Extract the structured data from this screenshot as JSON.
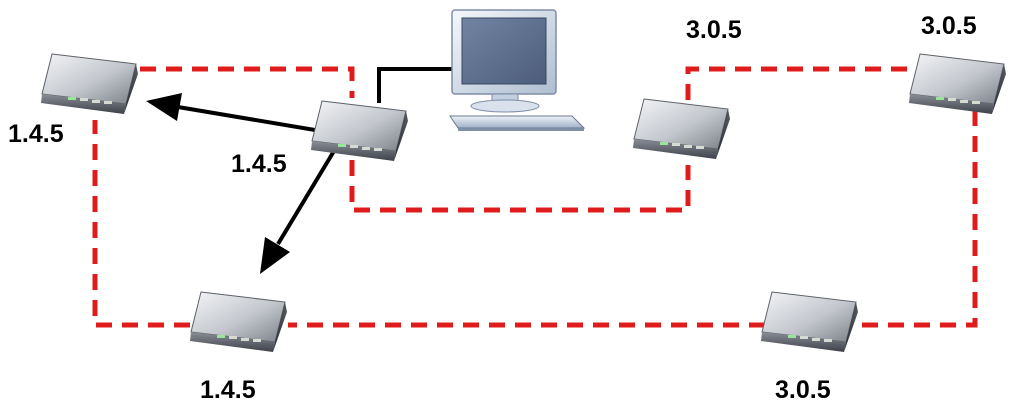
{
  "diagram": {
    "labels": {
      "device_top_left": "1.4.5",
      "device_center": "1.4.5",
      "device_bottom_left": "1.4.5",
      "device_center_right": "3.0.5",
      "device_top_right": "3.0.5",
      "device_bottom_right": "3.0.5"
    },
    "colors": {
      "link_dashed": "#e01b1b",
      "link_solid": "#000000",
      "arrow": "#000000",
      "device_body": "#a9aeb6",
      "monitor_screen": "#5d6e8e",
      "monitor_frame": "#dfe6f0"
    },
    "icons": {
      "device": "router-device-icon",
      "computer": "computer-icon"
    }
  }
}
